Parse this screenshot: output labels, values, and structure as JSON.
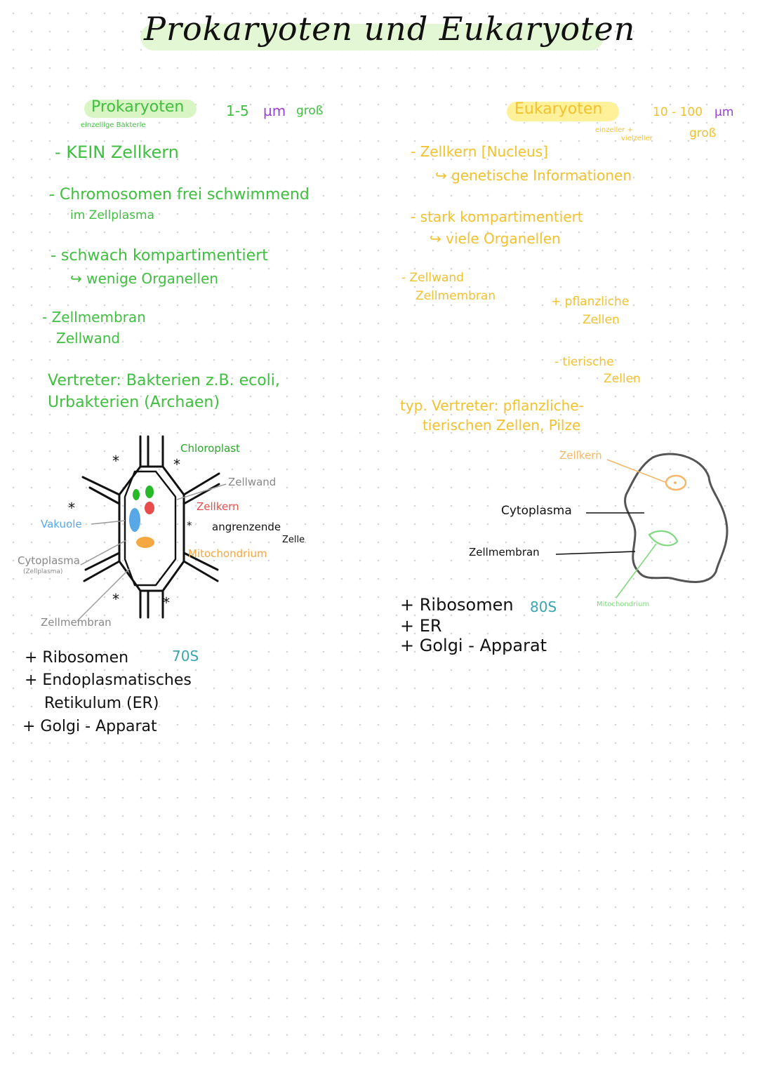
{
  "title": "Prokaryoten und Eukaryoten",
  "left": {
    "heading": "Prokaryoten",
    "subheading": "einzellige Bakterie",
    "size_range": "1-5",
    "size_unit": "µm",
    "size_suffix": "groß",
    "points": [
      "- KEIN Zellkern",
      "- Chromosomen frei schwimmend",
      "im Zellplasma",
      "- schwach kompartimentiert",
      "↪ wenige Organellen",
      "- Zellmembran",
      "Zellwand"
    ],
    "vertreter_line1": "Vertreter: Bakterien z.B. ecoli,",
    "vertreter_line2": "Urbakterien (Archaen)",
    "diagram_labels": {
      "chloroplast": "Chloroplast",
      "zellwand": "Zellwand",
      "zellkern": "Zellkern",
      "angrenzende": "angrenzende",
      "zelle": "Zelle",
      "mitochondrium": "Mitochondrium",
      "vakuole": "Vakuole",
      "cytoplasma": "Cytoplasma",
      "zellplasma": "(Zellplasma)",
      "zellmembran": "Zellmembran",
      "asterisk": "*"
    },
    "extras": [
      "+ Ribosomen",
      "+ Endoplasmatisches",
      "Retikulum (ER)",
      "+ Golgi - Apparat"
    ],
    "ribosome_size": "70S"
  },
  "right": {
    "heading": "Eukaryoten",
    "subheading_1": "einzeller +",
    "subheading_2": "vielzeller",
    "size_range": "10 - 100",
    "size_unit": "µm",
    "size_suffix": "groß",
    "points": [
      "- Zellkern [Nucleus]",
      "↪ genetische Informationen",
      "- stark kompartimentiert",
      "↪ viele Organellen",
      "- Zellwand",
      "Zellmembran",
      "+ pflanzliche",
      "Zellen",
      "- tierische",
      "Zellen"
    ],
    "vertreter_line1": "typ. Vertreter: pflanzliche-",
    "vertreter_line2": "tierischen Zellen, Pilze",
    "diagram_labels": {
      "zellkern": "Zellkern",
      "cytoplasma": "Cytoplasma",
      "zellmembran": "Zellmembran",
      "mitochondrium": "Mitochondrium"
    },
    "extras": [
      "+ Ribosomen",
      "+ ER",
      "+ Golgi - Apparat"
    ],
    "ribosome_size": "80S"
  },
  "colors": {
    "green": "#3fbf3f",
    "yellow": "#f2c12e",
    "purple": "#9b40d6",
    "teal": "#3aa6b0",
    "red": "#e84c4c",
    "orange": "#f5a742",
    "blue": "#58a8e8"
  }
}
